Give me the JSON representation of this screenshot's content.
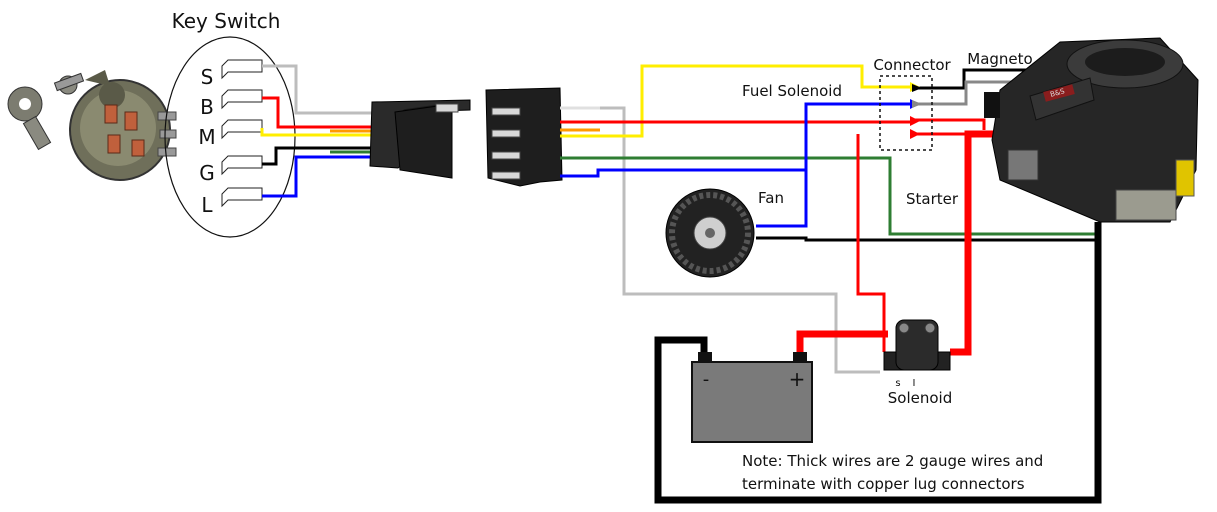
{
  "labels": {
    "key_switch": "Key Switch",
    "connector": "Connector",
    "magneto": "Magneto",
    "fuel_solenoid": "Fuel Solenoid",
    "fan": "Fan",
    "starter": "Starter",
    "solenoid": "Solenoid",
    "solenoid_s": "s",
    "solenoid_i": "I",
    "battery_neg": "-",
    "battery_pos": "+",
    "engine_badge": "B&S"
  },
  "terminals": [
    {
      "letter": "S",
      "wire_color": "#bdbdbd"
    },
    {
      "letter": "B",
      "wire_color": "#ff0000"
    },
    {
      "letter": "M",
      "wire_color": "#ffee00"
    },
    {
      "letter": "G",
      "wire_color": "#000000"
    },
    {
      "letter": "L",
      "wire_color": "#0000ff"
    }
  ],
  "note": {
    "line1": "Note: Thick wires are 2 gauge wires and",
    "line2": "terminate with copper lug connectors"
  },
  "colors": {
    "grey": "#bdbdbd",
    "red": "#ff0000",
    "yellow": "#ffee00",
    "black": "#000000",
    "blue": "#0000ff",
    "green": "#2e7d32",
    "orange": "#ff9900"
  }
}
